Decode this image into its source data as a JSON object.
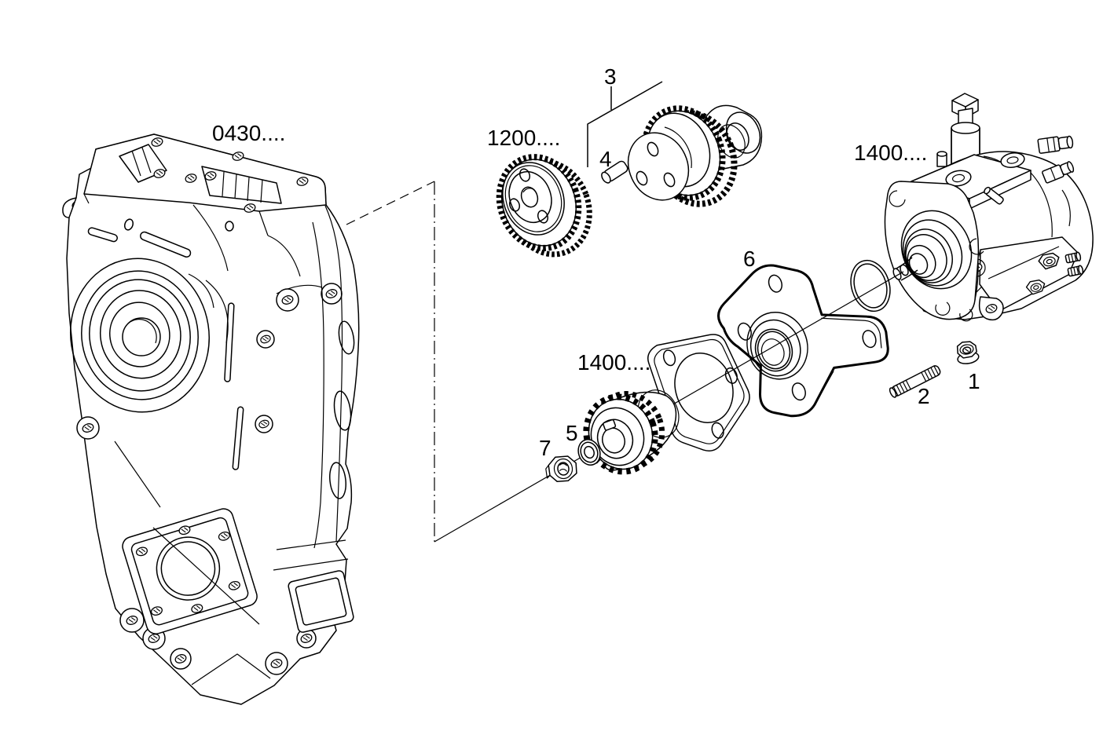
{
  "page": {
    "background": "#ffffff",
    "ink": "#000000"
  },
  "diagram": {
    "kind": "exploded-parts-line-drawing",
    "labels": {
      "housing_ref": "0430....",
      "timing_gear_ref": "1200....",
      "pump_ref": "1400....",
      "pinion_ref": "1400....",
      "callout_1": "1",
      "callout_2": "2",
      "callout_3": "3",
      "callout_4": "4",
      "callout_5": "5",
      "callout_6": "6",
      "callout_7": "7"
    }
  }
}
